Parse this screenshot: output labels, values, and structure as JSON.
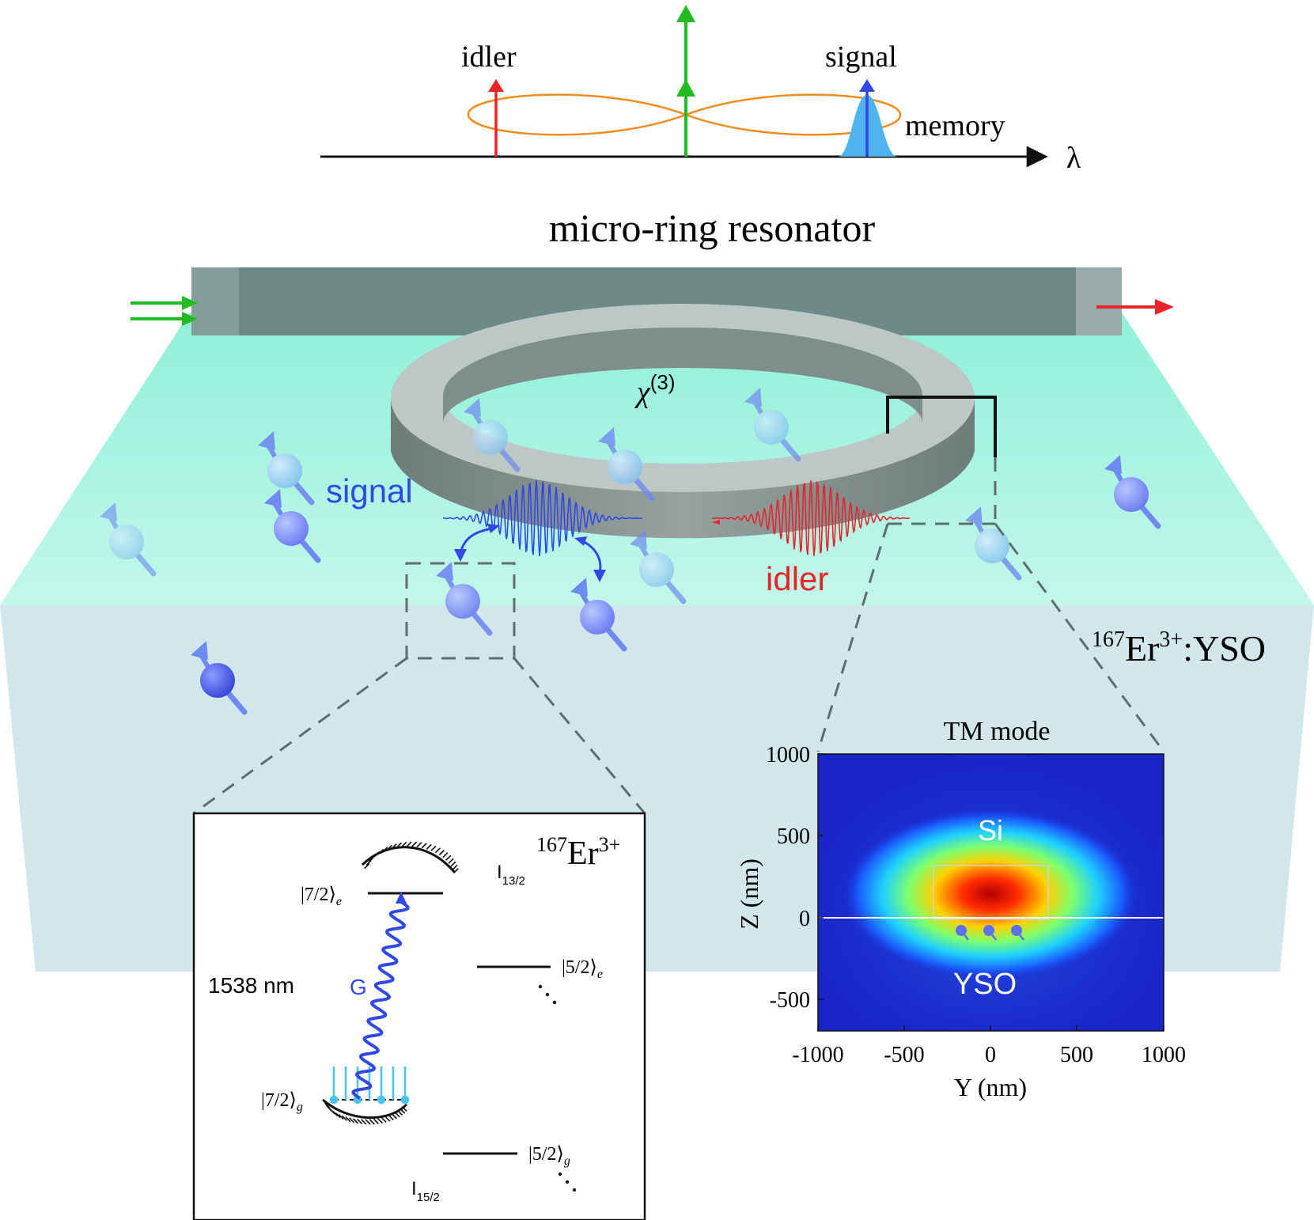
{
  "spectrum": {
    "idler_label": "idler",
    "signal_label": "signal",
    "memory_label": "memory",
    "axis_label": "λ"
  },
  "title": "micro-ring resonator",
  "ring": {
    "nonlinearity_label": "χ",
    "nonlinearity_superscript": "(3)",
    "signal_label": "signal",
    "idler_label": "idler"
  },
  "crystal": {
    "isotope": "167",
    "element": "Er",
    "charge": "3+",
    "host": ":YSO"
  },
  "level_diagram": {
    "ion_isotope": "167",
    "ion_element": "Er",
    "ion_charge": "3+",
    "excited_manifold": "I",
    "excited_manifold_sub": "13/2",
    "ground_manifold": "I",
    "ground_manifold_sub": "15/2",
    "wavelength": "1538 nm",
    "coupling_label": "G",
    "level_7_2_e": "|7/2⟩",
    "level_7_2_e_sub": "e",
    "level_5_2_e": "|5/2⟩",
    "level_5_2_e_sub": "e",
    "level_7_2_g": "|7/2⟩",
    "level_7_2_g_sub": "g",
    "level_5_2_g": "|5/2⟩",
    "level_5_2_g_sub": "g"
  },
  "mode_plot": {
    "title": "TM mode",
    "xlabel": "Y (nm)",
    "ylabel": "Z (nm)",
    "x_ticks": [
      "-1000",
      "-500",
      "0",
      "500",
      "1000"
    ],
    "y_ticks": [
      "1000",
      "500",
      "0",
      "-500"
    ],
    "region_top": "Si",
    "region_bottom": "YSO"
  },
  "colors": {
    "pump": "#22bb22",
    "idler": "#e8242a",
    "signal": "#2f48e6",
    "spectrum_envelope": "#f08c1e",
    "memory_fill": "#4fb3ee",
    "crystal_top": "#a9f3e0",
    "crystal_front": "#d2e7ec",
    "waveguide": "#6e8a86",
    "ring_top": "#bcc8c6",
    "ring_side": "#7e8c8a"
  }
}
